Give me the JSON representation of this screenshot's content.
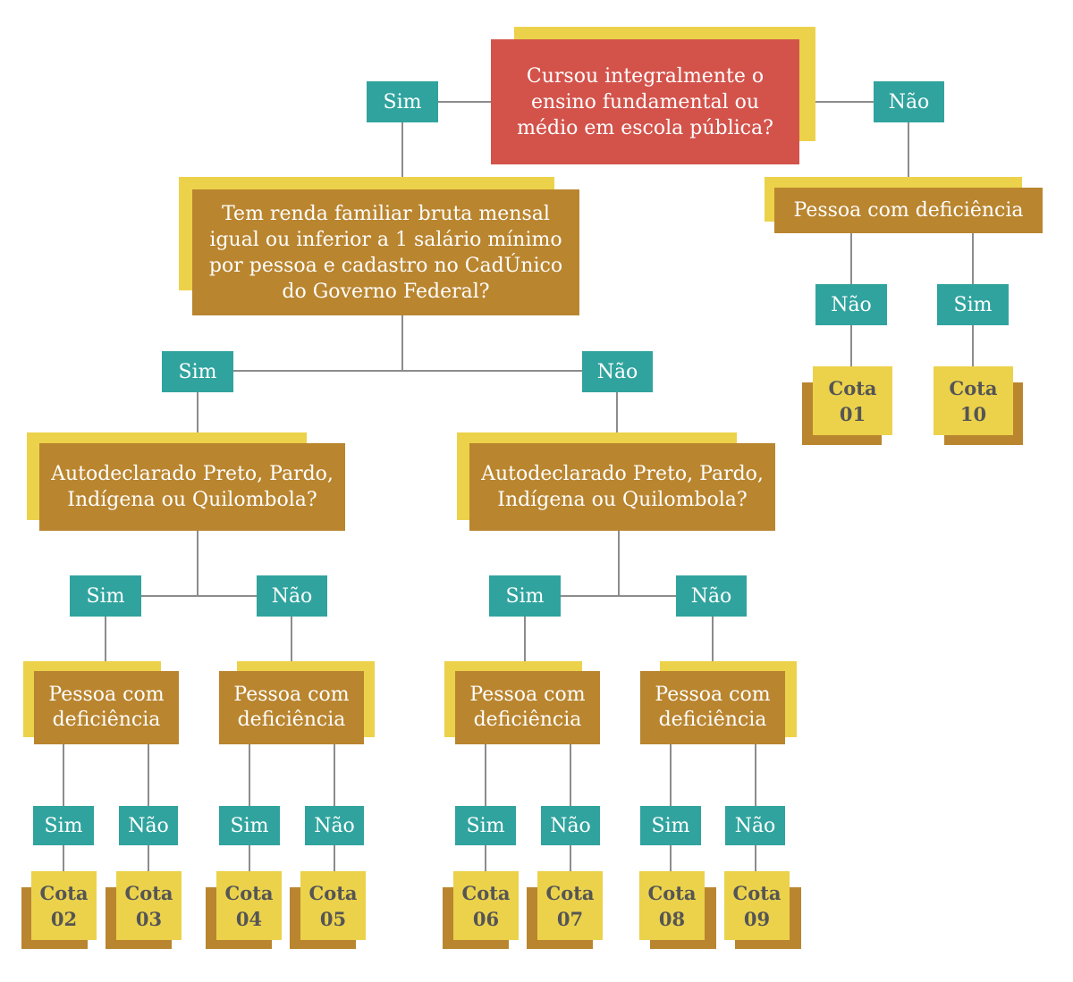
{
  "colors": {
    "red": "#D3534B",
    "yellow": "#ECD24B",
    "brown": "#B9852F",
    "teal": "#30A39E",
    "connector": "#8C8C8C",
    "quota_text": "#555555"
  },
  "tree": {
    "question": [
      "Cursou integralmente o",
      "ensino fundamental ou",
      "médio em escola pública?"
    ],
    "yes": {
      "label": "Sim",
      "question": [
        "Tem renda familiar bruta mensal",
        "igual ou inferior a 1 salário mínimo",
        "por pessoa e cadastro no CadÚnico",
        "do Governo Federal?"
      ],
      "yes": {
        "label": "Sim",
        "question": [
          "Autodeclarado Preto, Pardo,",
          "Indígena ou Quilombola?"
        ],
        "yes": {
          "label": "Sim",
          "question": [
            "Pessoa com",
            "deficiência"
          ],
          "yes": {
            "label": "Sim",
            "quota": [
              "Cota",
              "02"
            ]
          },
          "no": {
            "label": "Não",
            "quota": [
              "Cota",
              "03"
            ]
          }
        },
        "no": {
          "label": "Não",
          "question": [
            "Pessoa com",
            "deficiência"
          ],
          "yes": {
            "label": "Sim",
            "quota": [
              "Cota",
              "04"
            ]
          },
          "no": {
            "label": "Não",
            "quota": [
              "Cota",
              "05"
            ]
          }
        }
      },
      "no": {
        "label": "Não",
        "question": [
          "Autodeclarado Preto, Pardo,",
          "Indígena ou Quilombola?"
        ],
        "yes": {
          "label": "Sim",
          "question": [
            "Pessoa com",
            "deficiência"
          ],
          "yes": {
            "label": "Sim",
            "quota": [
              "Cota",
              "06"
            ]
          },
          "no": {
            "label": "Não",
            "quota": [
              "Cota",
              "07"
            ]
          }
        },
        "no": {
          "label": "Não",
          "question": [
            "Pessoa com",
            "deficiência"
          ],
          "yes": {
            "label": "Sim",
            "quota": [
              "Cota",
              "08"
            ]
          },
          "no": {
            "label": "Não",
            "quota": [
              "Cota",
              "09"
            ]
          }
        }
      }
    },
    "no": {
      "label": "Não",
      "question": [
        "Pessoa com deficiência"
      ],
      "no": {
        "label": "Não",
        "quota": [
          "Cota",
          "01"
        ]
      },
      "yes": {
        "label": "Sim",
        "quota": [
          "Cota",
          "10"
        ]
      }
    }
  }
}
